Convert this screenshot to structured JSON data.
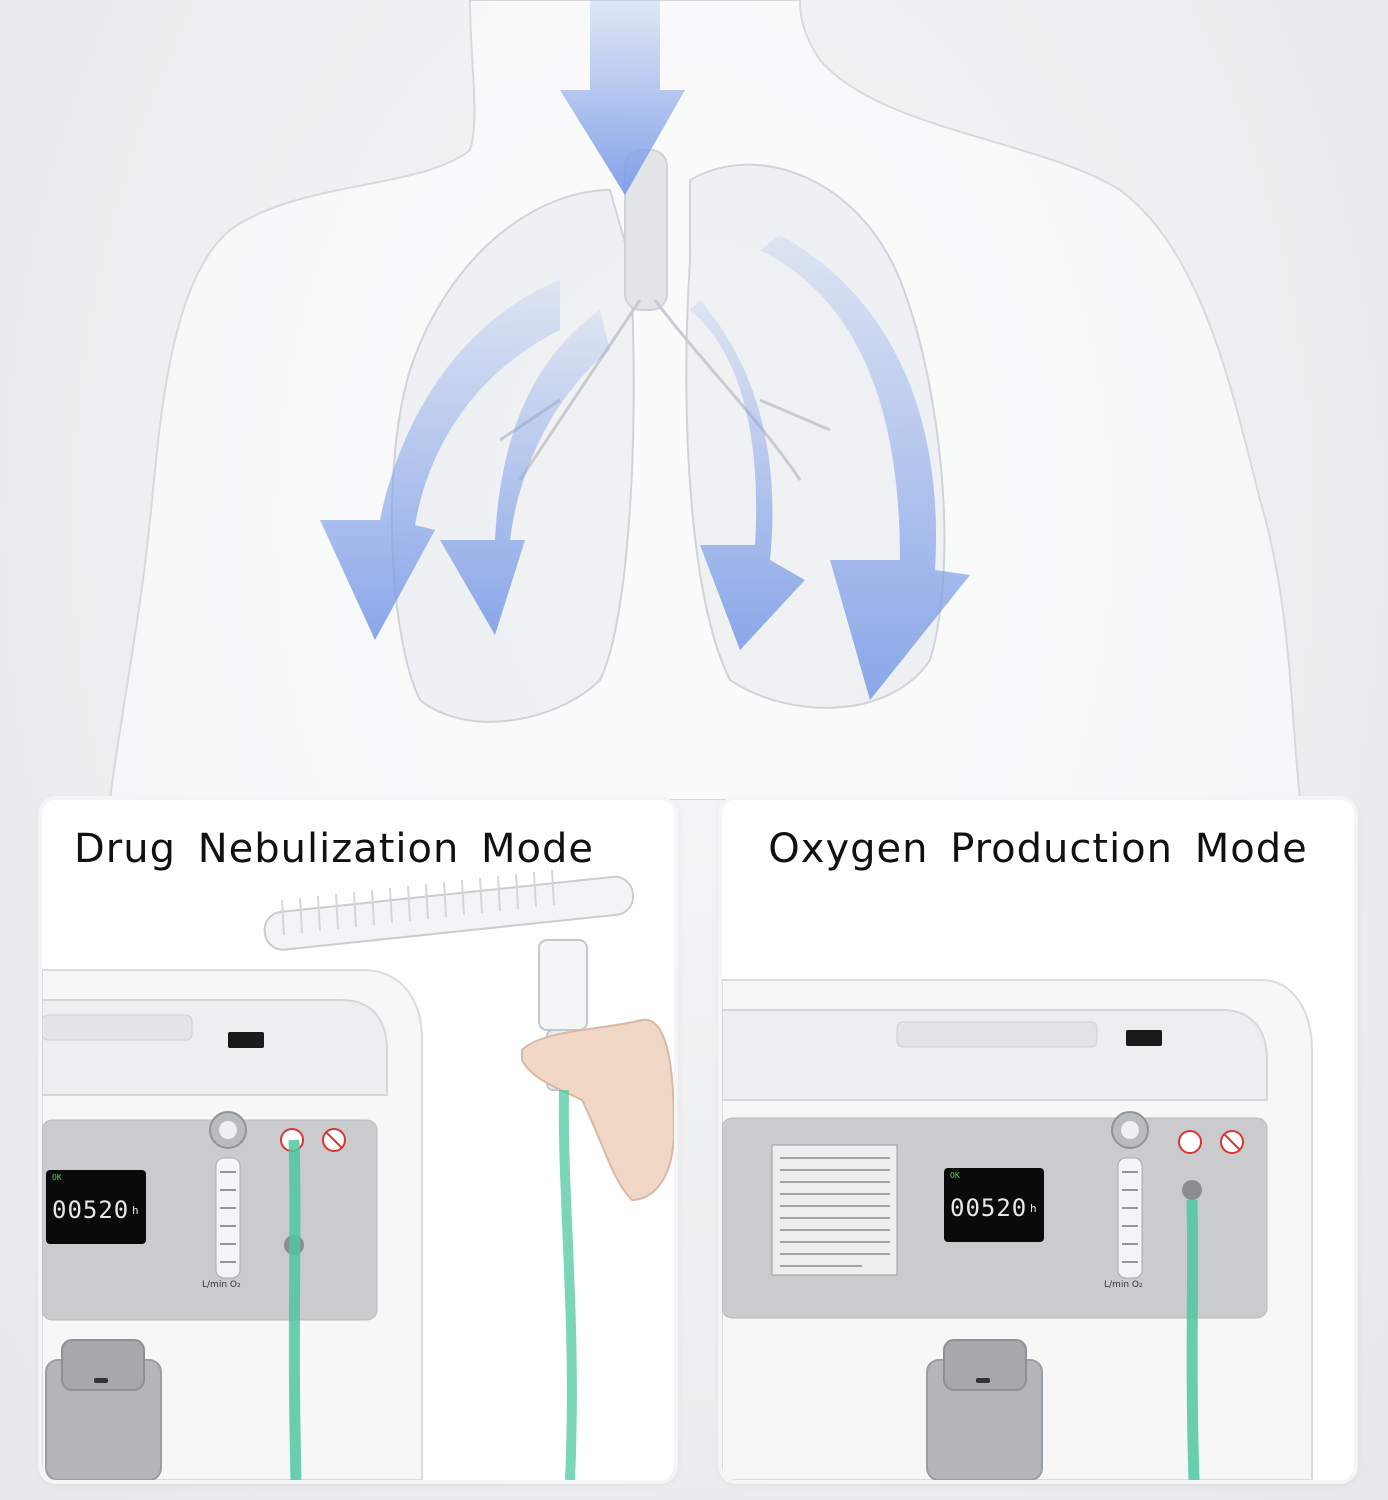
{
  "panels": {
    "left": {
      "title": "Drug Nebulization Mode",
      "lcd_value": "00520",
      "lcd_unit": "h",
      "flow_unit": "L/min O₂"
    },
    "right": {
      "title": "Oxygen Production Mode",
      "lcd_value": "00520",
      "lcd_unit": "h",
      "flow_unit": "L/min O₂"
    }
  },
  "colors": {
    "arrow_blue": "#7e9ee8",
    "tube_green": "#4fc7a0",
    "device_white": "#f7f7f7",
    "device_panel_grey": "#c9cbcd"
  }
}
